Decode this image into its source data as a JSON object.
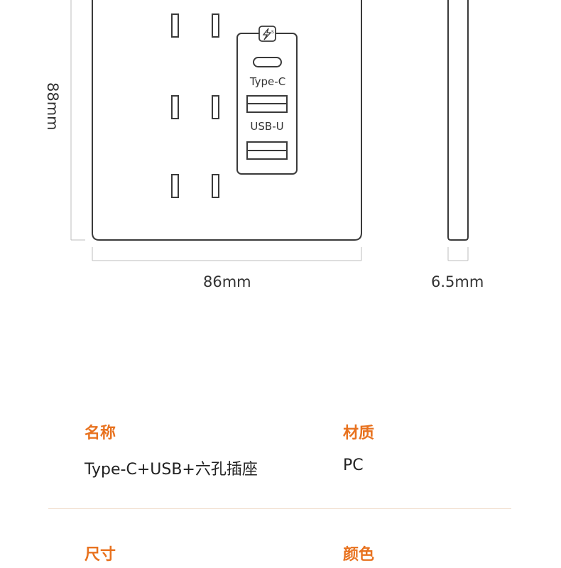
{
  "diagram": {
    "usb_panel": {
      "type_c_label": "Type-C",
      "usb_u_label": "USB-U",
      "fast_charge_icon": "lightning-s-icon"
    },
    "dimensions": {
      "height": "88mm",
      "width": "86mm",
      "depth": "6.5mm"
    }
  },
  "specs": {
    "name": {
      "title": "名称",
      "value": "Type-C+USB+六孔插座"
    },
    "material": {
      "title": "材质",
      "value": "PC"
    },
    "size": {
      "title": "尺寸"
    },
    "color": {
      "title": "颜色"
    }
  },
  "colors": {
    "accent": "#e8721f",
    "outline": "#3a3a3a",
    "dimension_line": "#bdbdbd",
    "divider": "#f0dccb"
  }
}
